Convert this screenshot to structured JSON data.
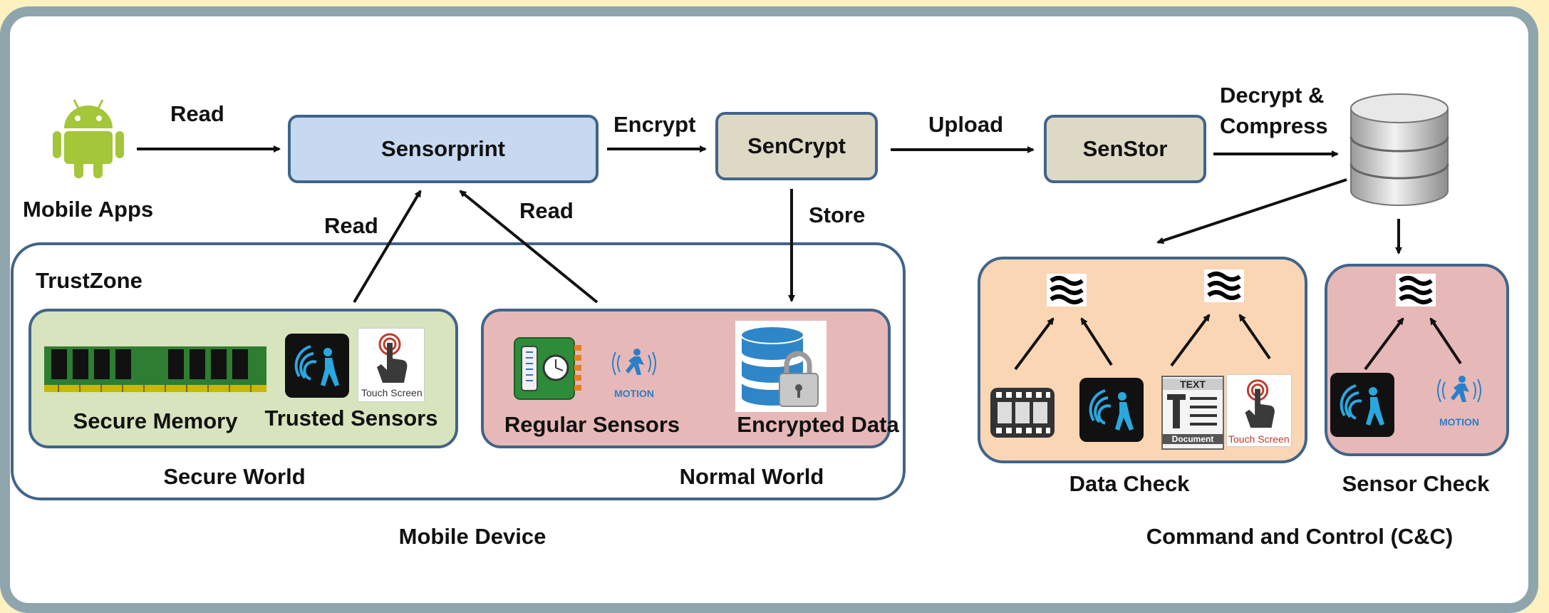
{
  "nodes": {
    "sensorprint": "Sensorprint",
    "sencrypt": "SenCrypt",
    "senstor": "SenStor"
  },
  "edges": {
    "read_top": "Read",
    "encrypt": "Encrypt",
    "upload": "Upload",
    "decrypt_compress": "Decrypt &\nCompress",
    "read_left": "Read",
    "read_right": "Read",
    "store": "Store"
  },
  "labels": {
    "mobile_apps": "Mobile Apps",
    "trustzone": "TrustZone",
    "secure_memory": "Secure Memory",
    "trusted_sensors": "Trusted Sensors",
    "regular_sensors": "Regular Sensors",
    "encrypted_data": "Encrypted Data",
    "secure_world": "Secure World",
    "normal_world": "Normal World",
    "mobile_device": "Mobile Device",
    "data_check": "Data Check",
    "sensor_check": "Sensor Check",
    "cnc": "Command  and Control (C&C)"
  },
  "icon_text": {
    "touch_screen": "Touch Screen",
    "motion": "MOTION",
    "text": "TEXT",
    "document": "Document"
  },
  "colors": {
    "sensorprint_fill": "#C6D9F1",
    "sencrypt_fill": "#DDD9C4",
    "secure_world_fill": "#D7E4BD",
    "normal_world_fill": "#E6B9B8",
    "data_check_fill": "#FAD6B4",
    "border": "#41648A",
    "frame": "#8FA5AD",
    "android_green": "#A4C639"
  }
}
